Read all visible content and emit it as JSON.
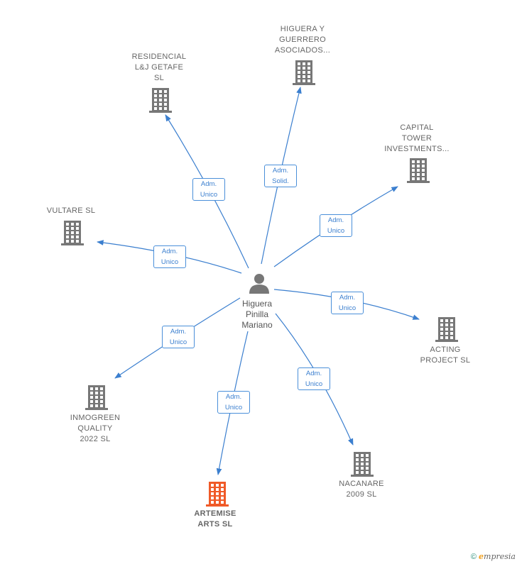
{
  "center": {
    "name": "Higuera\nPinilla\nMariano",
    "icon": "person-icon"
  },
  "colors": {
    "edge": "#3b7fcf",
    "building": "#777777",
    "highlight": "#f05a28",
    "badge_border": "#4a8fd9"
  },
  "nodes": [
    {
      "id": "residencial",
      "label": "RESIDENCIAL\nL&J GETAFE\nSL",
      "relation": "Adm.\nUnico",
      "highlight": false,
      "icon": "building-icon"
    },
    {
      "id": "higuera-guerrero",
      "label": "HIGUERA Y\nGUERRERO\nASOCIADOS...",
      "relation": "Adm.\nSolid.",
      "highlight": false,
      "icon": "building-icon"
    },
    {
      "id": "capital-tower",
      "label": "CAPITAL\nTOWER\nINVESTMENTS...",
      "relation": "Adm.\nUnico",
      "highlight": false,
      "icon": "building-icon"
    },
    {
      "id": "vultare",
      "label": "VULTARE  SL",
      "relation": "Adm.\nUnico",
      "highlight": false,
      "icon": "building-icon"
    },
    {
      "id": "acting",
      "label": "ACTING\nPROJECT  SL",
      "relation": "Adm.\nUnico",
      "highlight": false,
      "icon": "building-icon"
    },
    {
      "id": "inmogreen",
      "label": "INMOGREEN\nQUALITY\n2022  SL",
      "relation": "Adm.\nUnico",
      "highlight": false,
      "icon": "building-icon"
    },
    {
      "id": "artemise",
      "label": "ARTEMISE\nARTS  SL",
      "relation": "Adm.\nUnico",
      "highlight": true,
      "icon": "building-icon"
    },
    {
      "id": "nacanare",
      "label": "NACANARE\n2009 SL",
      "relation": "Adm.\nUnico",
      "highlight": false,
      "icon": "building-icon"
    }
  ],
  "footer": {
    "copyright": "©",
    "brand_initial": "e",
    "brand_rest": "mpresia"
  }
}
